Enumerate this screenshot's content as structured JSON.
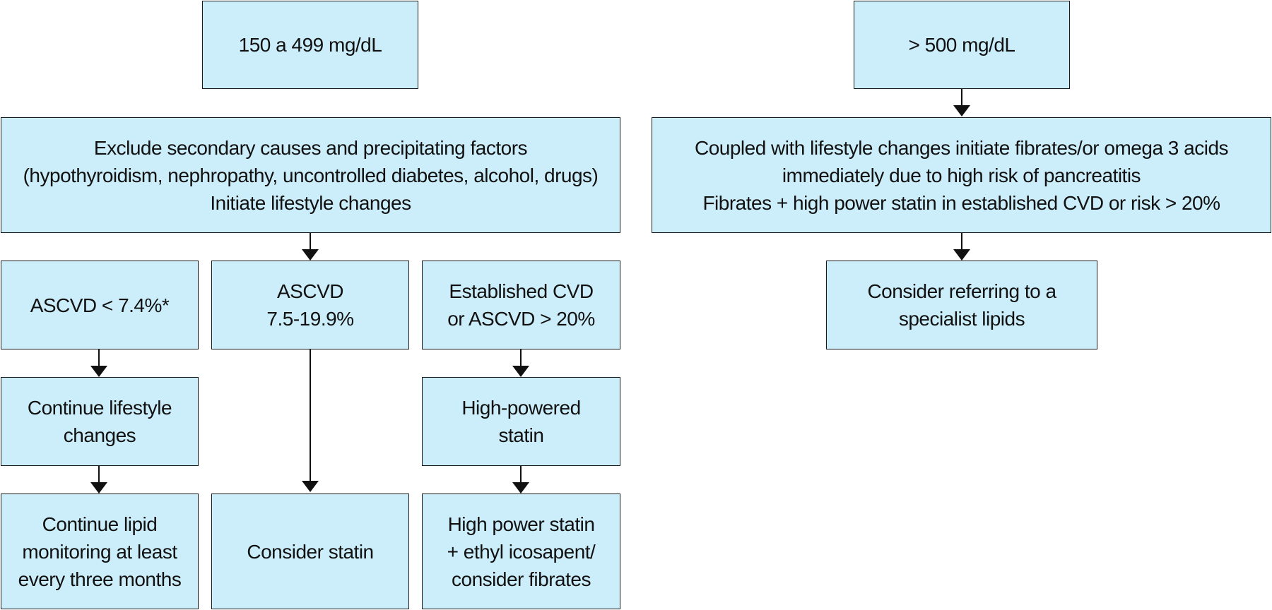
{
  "left": {
    "range": "150 a 499 mg/dL",
    "exclude": "Exclude secondary causes and precipitating factors\n(hypothyroidism, nephropathy, uncontrolled diabetes, alcohol, drugs)\nInitiate lifestyle changes",
    "low_risk": "ASCVD < 7.4%*",
    "mid_risk": "ASCVD\n7.5-19.9%",
    "high_risk": "Established CVD\nor ASCVD > 20%",
    "continue_lifestyle": "Continue lifestyle\nchanges",
    "high_powered_statin": "High-powered\nstatin",
    "continue_monitoring": "Continue lipid\nmonitoring at least\nevery three months",
    "consider_statin": "Consider statin",
    "statin_icosapent": "High power statin\n+ ethyl icosapent/\nconsider fibrates"
  },
  "right": {
    "range": "> 500 mg/dL",
    "coupled": "Coupled with lifestyle changes initiate fibrates/or omega 3 acids\nimmediately due to high risk of pancreatitis\nFibrates + high power statin in established CVD or risk > 20%",
    "refer": "Consider referring to a\nspecialist lipids"
  }
}
